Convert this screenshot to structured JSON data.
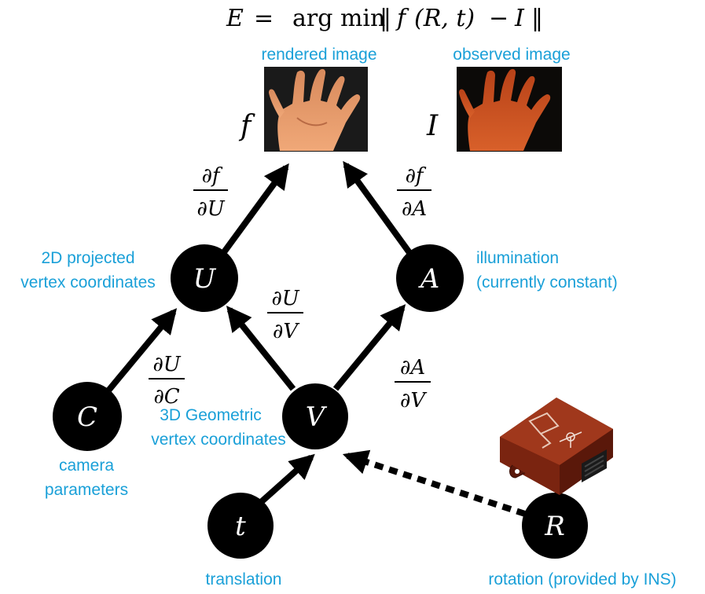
{
  "equation": {
    "lhs": "E",
    "eq": "=",
    "op": "arg min",
    "norm_open": "‖",
    "f": "f",
    "args": "(R, t)",
    "minus": "−",
    "I": "I",
    "norm_close": "‖"
  },
  "images": {
    "rendered_label": "rendered image",
    "observed_label": "observed image",
    "rendered_symbol": "f",
    "observed_symbol": "I",
    "rendered_picture": "rendered-hand",
    "observed_picture": "observed-hand"
  },
  "nodes": {
    "U": {
      "letter": "U",
      "caption": [
        "2D projected",
        "vertex coordinates"
      ]
    },
    "A": {
      "letter": "A",
      "caption": [
        "illumination",
        "(currently constant)"
      ]
    },
    "C": {
      "letter": "C",
      "caption": [
        "camera",
        "parameters"
      ]
    },
    "V": {
      "letter": "V",
      "caption": [
        "3D Geometric",
        "vertex coordinates"
      ]
    },
    "t": {
      "letter": "t",
      "caption": [
        "translation"
      ]
    },
    "R": {
      "letter": "R",
      "caption": [
        "rotation (provided by INS)"
      ]
    }
  },
  "derivatives": {
    "dfdU": {
      "num": "∂f",
      "den": "∂U"
    },
    "dfdA": {
      "num": "∂f",
      "den": "∂A"
    },
    "dUdV": {
      "num": "∂U",
      "den": "∂V"
    },
    "dUdC": {
      "num": "∂U",
      "den": "∂C"
    },
    "dAdV": {
      "num": "∂A",
      "den": "∂V"
    }
  },
  "device": "ins-sensor",
  "colors": {
    "node_fill": "#000000",
    "caption": "#1aa0d8",
    "skin_light": "#e8a070",
    "skin_dark": "#c8501c",
    "device_body": "#8a2a14"
  }
}
